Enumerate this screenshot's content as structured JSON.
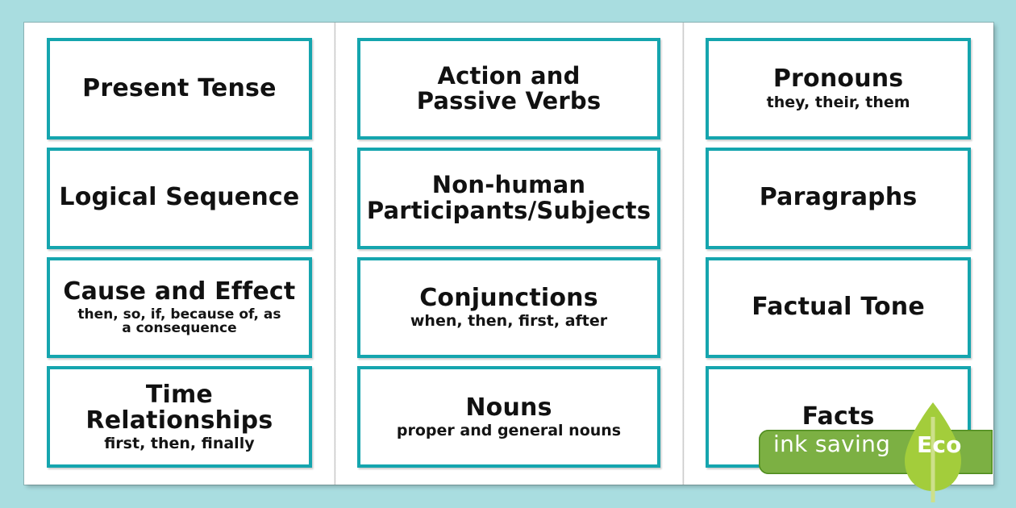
{
  "page": {
    "background_color": "#a9dde0",
    "sheet_color": "#ffffff",
    "card_border_color": "#15a5ae",
    "text_color": "#111111"
  },
  "columns": [
    {
      "name": "column-1",
      "cards": [
        {
          "title": "Present Tense",
          "subtitle": ""
        },
        {
          "title": "Logical Sequence",
          "subtitle": ""
        },
        {
          "title": "Cause and Effect",
          "subtitle": "then, so, if, because of, as\na consequence"
        },
        {
          "title": "Time Relationships",
          "subtitle": "first, then, finally"
        }
      ]
    },
    {
      "name": "column-2",
      "cards": [
        {
          "title": "Action and\nPassive Verbs",
          "subtitle": ""
        },
        {
          "title": "Non-human\nParticipants/Subjects",
          "subtitle": ""
        },
        {
          "title": "Conjunctions",
          "subtitle": "when, then, first, after"
        },
        {
          "title": "Nouns",
          "subtitle": "proper and general nouns"
        }
      ]
    },
    {
      "name": "column-3",
      "cards": [
        {
          "title": "Pronouns",
          "subtitle": "they, their, them"
        },
        {
          "title": "Paragraphs",
          "subtitle": ""
        },
        {
          "title": "Factual Tone",
          "subtitle": ""
        },
        {
          "title": "Facts",
          "subtitle": ""
        }
      ]
    }
  ],
  "watermark": {
    "bar_label": "ink saving",
    "leaf_label": "Eco",
    "bar_color": "#7cb043",
    "bar_border_color": "#4e8b1e",
    "leaf_color": "#a3cd3b",
    "leaf_vein_color": "#cde08a"
  }
}
